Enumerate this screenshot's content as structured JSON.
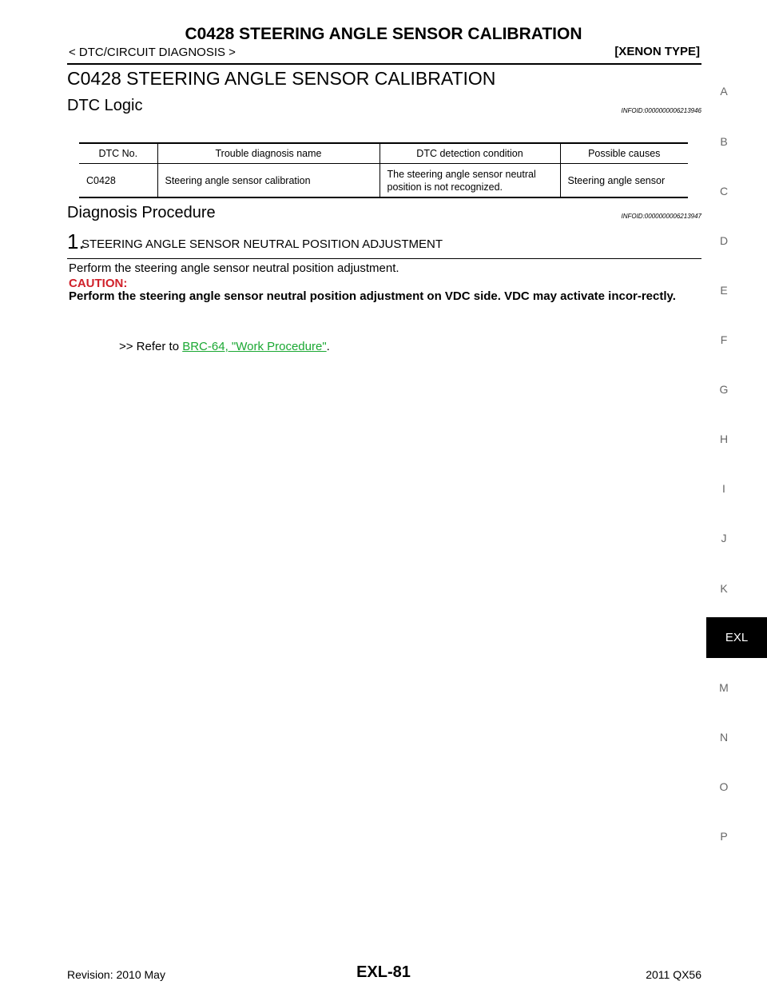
{
  "header": {
    "title": "C0428 STEERING ANGLE SENSOR CALIBRATION",
    "breadcrumb": "< DTC/CIRCUIT DIAGNOSIS >",
    "type": "[XENON TYPE]"
  },
  "section_title": "C0428 STEERING ANGLE SENSOR CALIBRATION",
  "dtc_logic": {
    "heading": "DTC Logic",
    "infoid": "INFOID:0000000006213946",
    "columns": [
      "DTC No.",
      "Trouble diagnosis name",
      "DTC detection condition",
      "Possible causes"
    ],
    "row": [
      "C0428",
      "Steering angle sensor calibration",
      "The steering angle sensor neutral position is not recognized.",
      "Steering angle sensor"
    ]
  },
  "diagnosis": {
    "heading": "Diagnosis Procedure",
    "infoid": "INFOID:0000000006213947",
    "step_number": "1.",
    "step_title": "STEERING ANGLE SENSOR NEUTRAL POSITION ADJUSTMENT",
    "instruction": "Perform the steering angle sensor neutral position adjustment.",
    "caution_label": "CAUTION:",
    "caution_text": "Perform the steering angle sensor neutral position adjustment on VDC side. VDC may activate incor-rectly.",
    "refer_prefix": ">> Refer to ",
    "refer_link": "BRC-64, \"Work Procedure\"",
    "refer_suffix": "."
  },
  "side_index": {
    "letters": [
      "A",
      "B",
      "C",
      "D",
      "E",
      "F",
      "G",
      "H",
      "I",
      "J",
      "K",
      "M",
      "N",
      "O",
      "P"
    ],
    "active_tab": "EXL"
  },
  "footer": {
    "page": "EXL-81",
    "revision": "Revision: 2010 May",
    "model": "2011 QX56"
  }
}
